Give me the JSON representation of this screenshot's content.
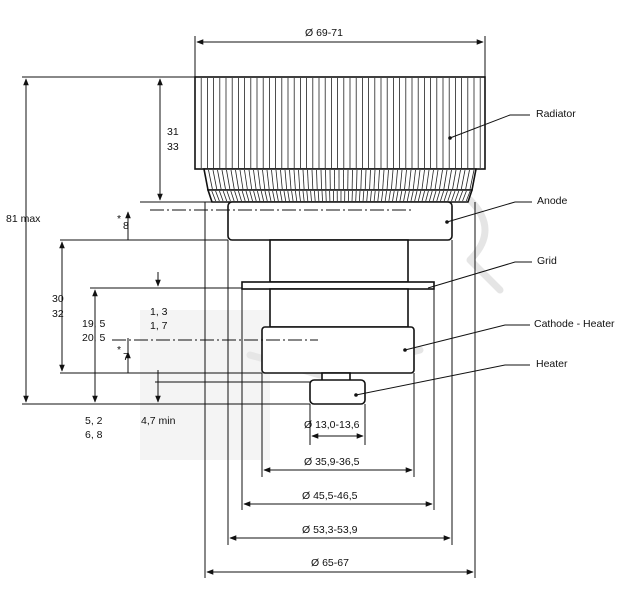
{
  "labels": {
    "radiator": "Radiator",
    "anode": "Anode",
    "grid": "Grid",
    "cathode_heater": "Cathode - Heater",
    "heater": "Heater"
  },
  "dims": {
    "d_69_71": "Ø 69-71",
    "d_65_67": "Ø 65-67",
    "d_53_3_53_9": "Ø 53,3-53,9",
    "d_45_5_46_5": "Ø 45,5-46,5",
    "d_35_9_36_5": "Ø 35,9-36,5",
    "d_13_0_13_6": "Ø 13,0-13,6",
    "h_31": "31",
    "h_33": "33",
    "h_81max": "81 max",
    "h_8": "8",
    "h_30": "30",
    "h_32": "32",
    "h_19_5": "19, 5",
    "h_20_5": "20, 5",
    "h_1_3": "1, 3",
    "h_1_7": "1, 7",
    "h_7": "7",
    "h_5_2": "5, 2",
    "h_6_8": "6, 8",
    "h_4_7min": "4,7 min",
    "star": "*"
  },
  "colors": {
    "line": "#111111",
    "watermark": "#cfcfcf"
  }
}
